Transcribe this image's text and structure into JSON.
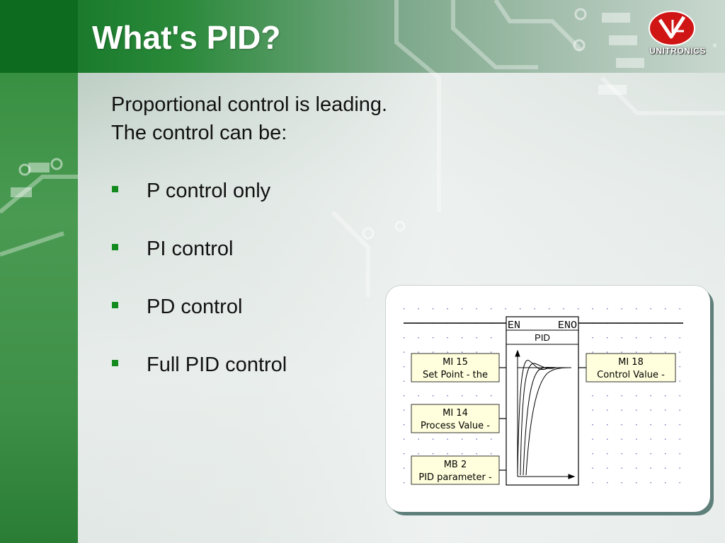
{
  "slide": {
    "title": "What's PID?",
    "logo_text": "UNITRONICS",
    "logo_reg": "®",
    "intro_lines": [
      "Proportional control is leading.",
      "The control can be:"
    ],
    "bullets": [
      "P control only",
      "PI control",
      "PD control",
      "Full PID control"
    ]
  },
  "diagram": {
    "block": {
      "en": "EN",
      "eno": "ENO",
      "name": "PID"
    },
    "inputs": [
      {
        "addr": "MI 15",
        "desc": "Set Point - the"
      },
      {
        "addr": "MI 14",
        "desc": "Process Value -"
      },
      {
        "addr": "MB 2",
        "desc": "PID parameter -"
      }
    ],
    "output": {
      "addr": "MI 18",
      "desc": "Control Value -"
    },
    "colors": {
      "box_fill": "#ffffdd",
      "accent": "#138a1e"
    }
  }
}
